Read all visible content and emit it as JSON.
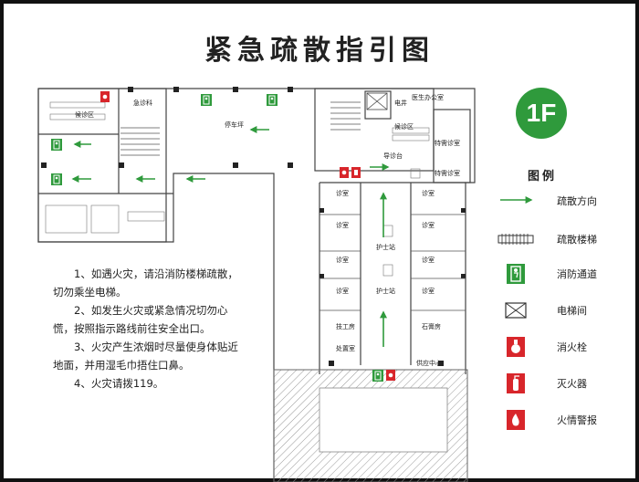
{
  "title": "紧急疏散指引图",
  "floor": "1F",
  "legend": {
    "title": "图例",
    "items": [
      {
        "icon": "green-arrow",
        "label": "疏散方向"
      },
      {
        "icon": "stairs",
        "label": "疏散楼梯"
      },
      {
        "icon": "exit-sign",
        "label": "消防通道"
      },
      {
        "icon": "elevator",
        "label": "电梯间"
      },
      {
        "icon": "hydrant",
        "label": "消火栓"
      },
      {
        "icon": "extinguisher",
        "label": "灭火器"
      },
      {
        "icon": "fire-alarm",
        "label": "火情警报"
      }
    ]
  },
  "rooms": {
    "emergency": "急诊科",
    "waiting1": "候诊区",
    "parking": "停车坪",
    "elevator": "电井",
    "office": "医生办公室",
    "waiting2": "候诊区",
    "special1": "特需诊室",
    "special2": "特需诊室",
    "guide": "导诊台",
    "clinic": "诊室",
    "nurse1": "护士站",
    "nurse2": "护士站",
    "tech": "技工房",
    "plaster": "石膏房",
    "treat": "处置室",
    "supply": "供应中心"
  },
  "notes": [
    "1、如遇火灾，请沿消防楼梯疏散，切勿乘坐电梯。",
    "2、如发生火灾或紧急情况切勿心慌，按照指示路线前往安全出口。",
    "3、火灾产生浓烟时尽量使身体贴近地面，并用湿毛巾捂住口鼻。",
    "4、火灾请拨119。"
  ],
  "colors": {
    "green": "#2f9a3c",
    "red": "#d8262b",
    "wall": "#444444"
  }
}
